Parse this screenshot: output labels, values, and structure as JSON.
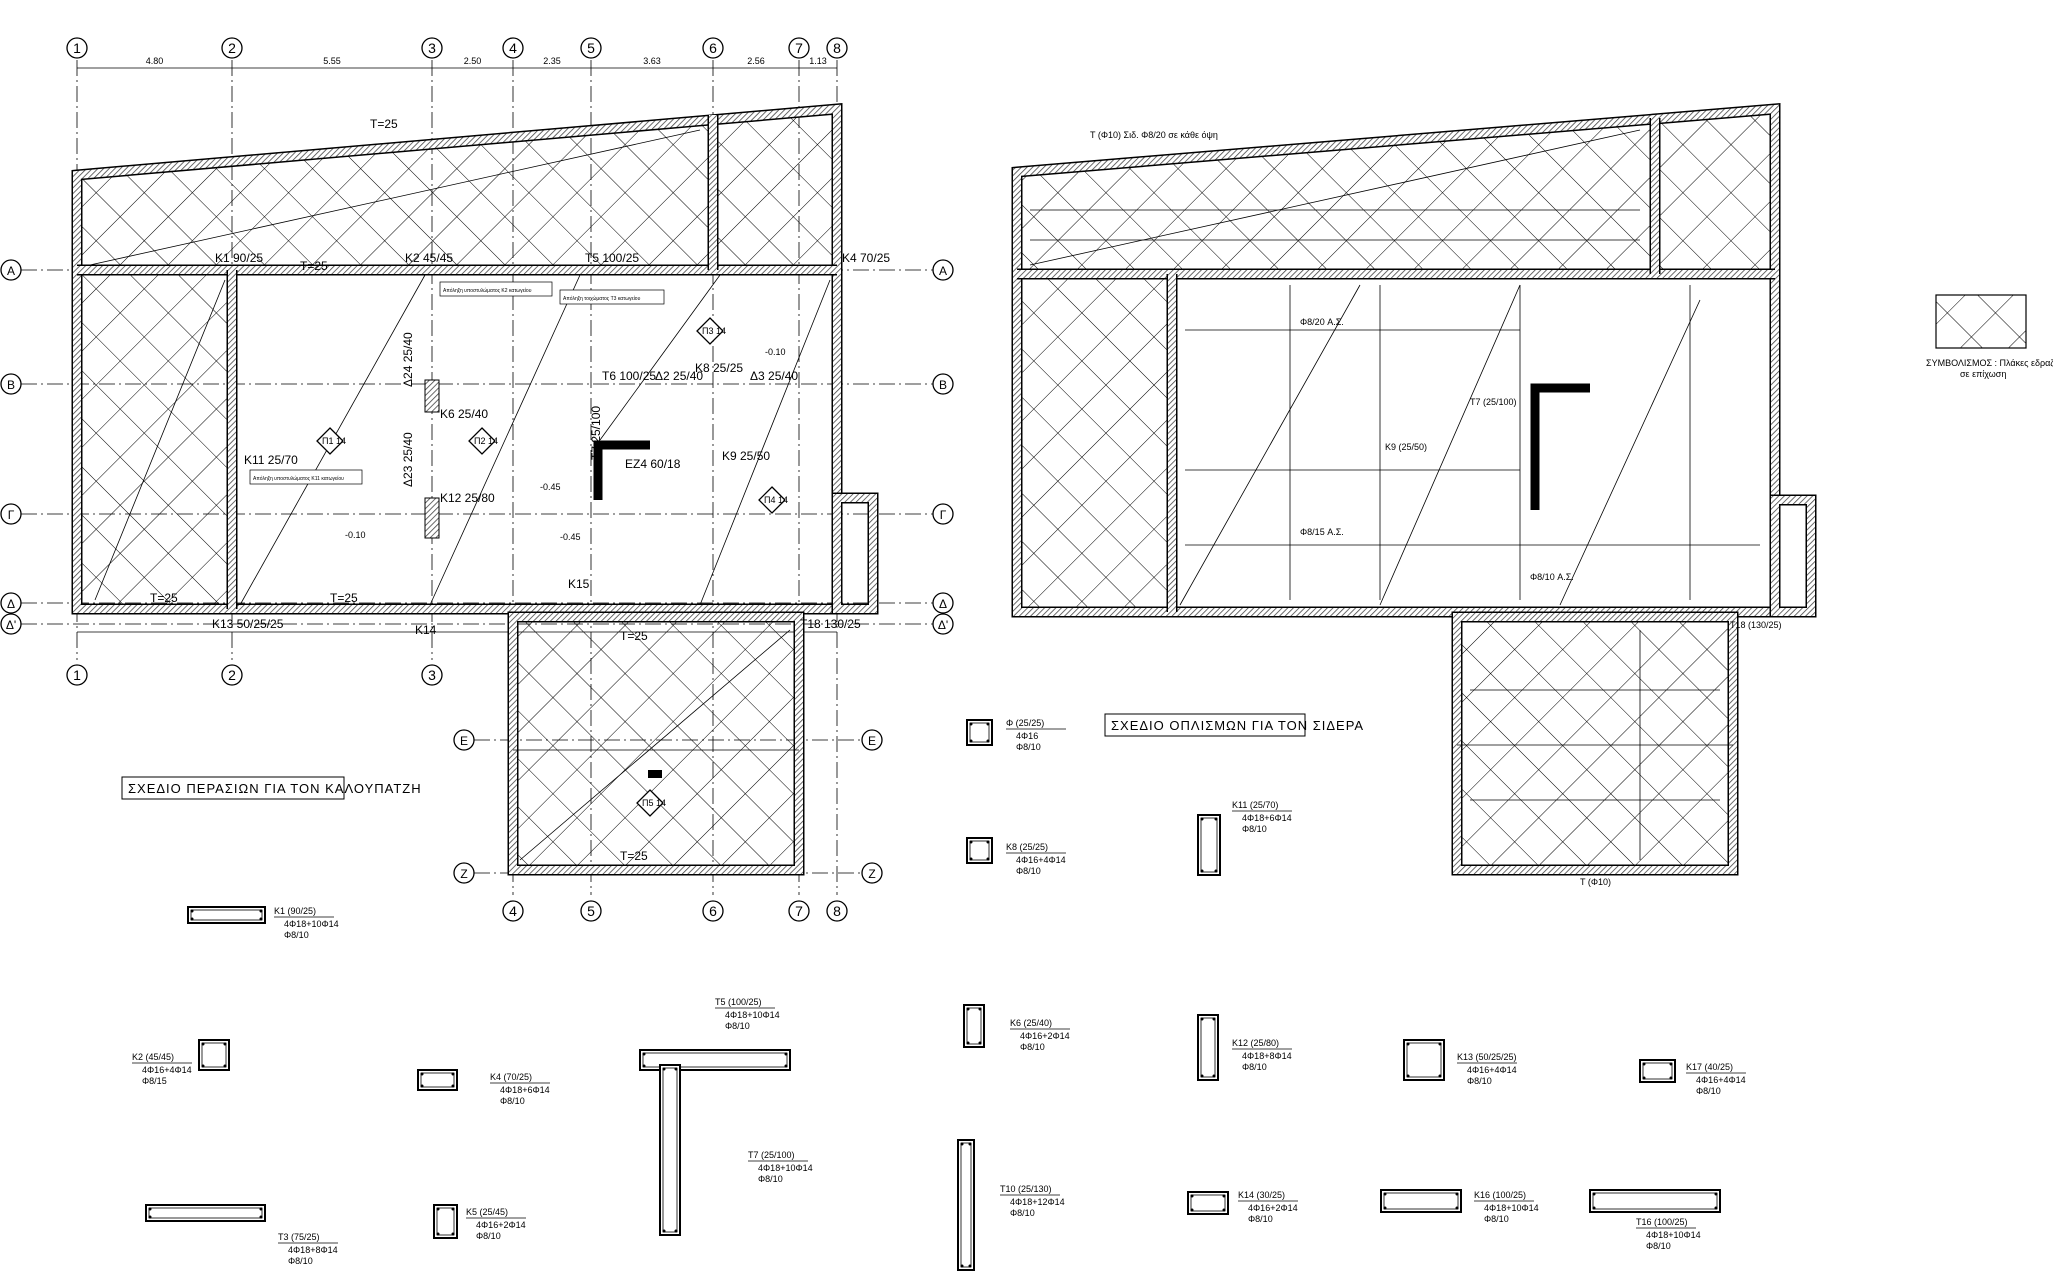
{
  "drawing": {
    "left_title": "ΣΧΕΔΙΟ ΠΕΡΑΣΙΩΝ ΓΙΑ ΤΟΝ ΚΑΛΟΥΠΑΤΖΗ",
    "right_title": "ΣΧΕΔΙΟ ΟΠΛΙΣΜΩΝ ΓΙΑ ΤΟΝ ΣΙΔΕΡΑ",
    "legend": {
      "line1": "ΣΥΜΒΟΛΙΣΜΟΣ : Πλάκες εδραζόμενες",
      "line2": "σε επίχωση"
    }
  },
  "grid": {
    "columns": [
      "1",
      "2",
      "3",
      "4",
      "5",
      "6",
      "7",
      "8"
    ],
    "rows": [
      "Α",
      "Β",
      "Γ",
      "Δ",
      "Δ'",
      "Ε",
      "Ζ"
    ]
  },
  "dimensions": [
    "4.80",
    "5.55",
    "2.50",
    "2.35",
    "3.63",
    "2.56",
    "1.13"
  ],
  "plan_labels": {
    "k1": "K1 90/25",
    "k2": "K2 45/45",
    "k4": "K4 70/25",
    "k11": "K11 25/70",
    "k12": "K12 25/80",
    "k6": "K6 25/40",
    "k8": "K8 25/25",
    "k9": "K9 25/50",
    "k13": "K13 50/25/25",
    "k14": "K14",
    "k15": "K15",
    "k18": "T18 130/25",
    "t5": "T5 100/25",
    "t6": "T6 100/25",
    "t7": "T7 25/100",
    "d2": "Δ2 25/40",
    "d3": "Δ3 25/40",
    "d23": "Δ23 25/40",
    "d24": "Δ24 25/40",
    "ez4": "EZ4 60/18",
    "t25a": "T=25",
    "t25b": "T=25",
    "t25c": "T=25",
    "t25d": "T=25",
    "t25e": "T=25",
    "t25f": "T=25",
    "note1": "Απόληξη υποστυλώματος K2 κατωγείου",
    "note2": "Απόληξη υποστυλώματος K11 κατωγείου",
    "note3": "Απόληξη τοιχώματος T3 κατωγείου",
    "lvl1": "-0.10",
    "lvl2": "-0.45",
    "lvl3": "-0.10",
    "lvl4": "-0.45",
    "slab1": "Π1 14",
    "slab2": "Π2 14",
    "slab3": "Π3 14",
    "slab4": "Π4 14",
    "slab5": "Π5 14"
  },
  "right_plan_labels": {
    "r1": "T (Φ10) Σιδ. Φ8/20 σε κάθε όψη",
    "r2": "Φ8/20 A.Σ.",
    "r3": "Φ8/15 A.Σ.",
    "r4": "T7 (25/100)",
    "r5": "K9 (25/50)",
    "r6": "T18 (130/25)",
    "r7": "Φ8/10 A.Σ.",
    "r8": "T (Φ10)"
  },
  "details": [
    {
      "name": "K1",
      "size": "(90/25)",
      "bars": "4Φ18+10Φ14",
      "stirrups": "Φ8/10"
    },
    {
      "name": "K2",
      "size": "(45/45)",
      "bars": "4Φ16+4Φ14",
      "stirrups": "Φ8/15"
    },
    {
      "name": "K4",
      "size": "(70/25)",
      "bars": "4Φ18+6Φ14",
      "stirrups": "Φ8/10"
    },
    {
      "name": "K5",
      "size": "(25/45)",
      "bars": "4Φ16+2Φ14",
      "stirrups": "Φ8/10"
    },
    {
      "name": "T3",
      "size": "(75/25)",
      "bars": "4Φ18+8Φ14",
      "stirrups": "Φ8/10"
    },
    {
      "name": "T5",
      "size": "(100/25)",
      "bars": "4Φ18+10Φ14",
      "stirrups": "Φ8/10"
    },
    {
      "name": "T7",
      "size": "(25/100)",
      "bars": "4Φ18+10Φ14",
      "stirrups": "Φ8/10"
    },
    {
      "name": "Φ",
      "size": "(25/25)",
      "bars": "4Φ16",
      "stirrups": "Φ8/10"
    },
    {
      "name": "K8",
      "size": "(25/25)",
      "bars": "4Φ16+4Φ14",
      "stirrups": "Φ8/10"
    },
    {
      "name": "K11",
      "size": "(25/70)",
      "bars": "4Φ18+6Φ14",
      "stirrups": "Φ8/10"
    },
    {
      "name": "K6",
      "size": "(25/40)",
      "bars": "4Φ16+2Φ14",
      "stirrups": "Φ8/10"
    },
    {
      "name": "K12",
      "size": "(25/80)",
      "bars": "4Φ18+8Φ14",
      "stirrups": "Φ8/10"
    },
    {
      "name": "K13",
      "size": "(50/25/25)",
      "bars": "4Φ16+4Φ14",
      "stirrups": "Φ8/10"
    },
    {
      "name": "K17",
      "size": "(40/25)",
      "bars": "4Φ16+4Φ14",
      "stirrups": "Φ8/10"
    },
    {
      "name": "T10",
      "size": "(25/130)",
      "bars": "4Φ18+12Φ14",
      "stirrups": "Φ8/10"
    },
    {
      "name": "K14",
      "size": "(30/25)",
      "bars": "4Φ16+2Φ14",
      "stirrups": "Φ8/10"
    },
    {
      "name": "K16",
      "size": "(100/25)",
      "bars": "4Φ18+10Φ14",
      "stirrups": "Φ8/10"
    },
    {
      "name": "T16",
      "size": "(100/25)",
      "bars": "4Φ18+10Φ14",
      "stirrups": "Φ8/10"
    }
  ]
}
